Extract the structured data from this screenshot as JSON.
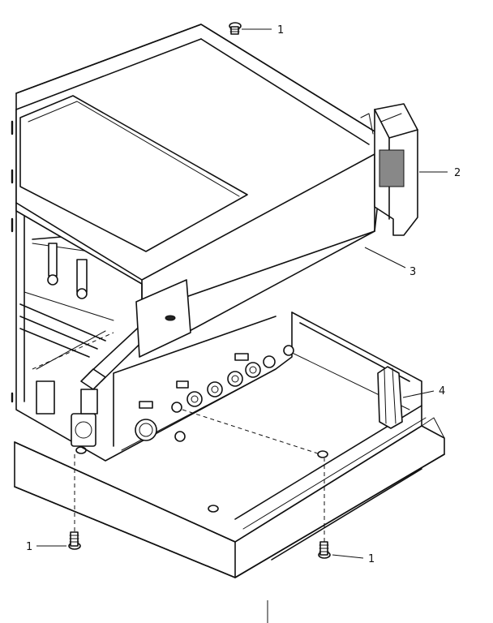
{
  "callouts": {
    "c1_top": "1",
    "c2": "2",
    "c3": "3",
    "c4": "4",
    "c1_left": "1",
    "c1_right": "1"
  },
  "parts": [
    "screw-icon",
    "side-bracket",
    "top-cover",
    "bottom-cover"
  ]
}
